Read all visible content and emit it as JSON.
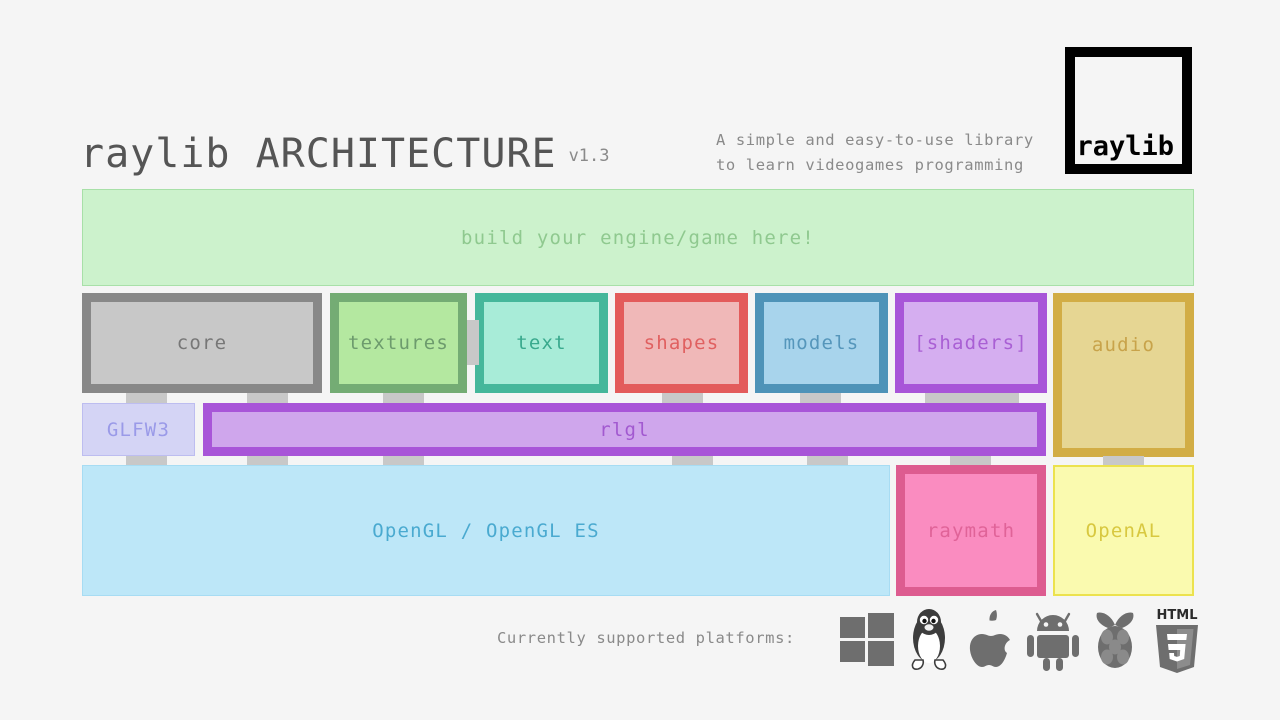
{
  "header": {
    "title": "raylib ARCHITECTURE",
    "version": "v1.3",
    "tagline_line1": "A simple and easy-to-use library",
    "tagline_line2": "to learn videogames programming",
    "logo_text": "raylib"
  },
  "banner": {
    "label": "build your engine/game here!"
  },
  "modules": [
    {
      "id": "core",
      "label": "core",
      "border": "#888888",
      "fill": "#c8c8c8",
      "text": "#777777"
    },
    {
      "id": "textures",
      "label": "textures",
      "border": "#74ac74",
      "fill": "#b4e8a0",
      "text": "#6d9b6d"
    },
    {
      "id": "text",
      "label": "text",
      "border": "#45b79b",
      "fill": "#a8ecd8",
      "text": "#39a98d"
    },
    {
      "id": "shapes",
      "label": "shapes",
      "border": "#e35b5b",
      "fill": "#f0b8b8",
      "text": "#e06060"
    },
    {
      "id": "models",
      "label": "models",
      "border": "#4e93b8",
      "fill": "#a8d4ec",
      "text": "#5596bb"
    },
    {
      "id": "shaders",
      "label": "[shaders]",
      "border": "#a855d8",
      "fill": "#d5aef0",
      "text": "#a95fd4"
    },
    {
      "id": "audio",
      "label": "audio",
      "border": "#d2ad45",
      "fill": "#e6d693",
      "text": "#c8a34a"
    }
  ],
  "layers": {
    "glfw3": {
      "label": "GLFW3",
      "border": "#bdbdf0",
      "fill": "#d4d4f5",
      "text": "#9a9ae8"
    },
    "rlgl": {
      "label": "rlgl",
      "border": "#a855d8",
      "fill": "#cfa6ec",
      "text": "#a259d0"
    },
    "opengl": {
      "label": "OpenGL / OpenGL ES",
      "border": "#a7dcf3",
      "fill": "#bde7f8",
      "text": "#4aaad0"
    },
    "raymath": {
      "label": "raymath",
      "border": "#dd5c90",
      "fill": "#fa8cc0",
      "text": "#e06398"
    },
    "openal": {
      "label": "OpenAL",
      "border": "#ece24e",
      "fill": "#fafaaf",
      "text": "#d8c840"
    }
  },
  "footer": {
    "label": "Currently supported platforms:",
    "platforms": [
      {
        "name": "windows-icon",
        "title": "Windows"
      },
      {
        "name": "linux-icon",
        "title": "Linux"
      },
      {
        "name": "apple-icon",
        "title": "macOS"
      },
      {
        "name": "android-icon",
        "title": "Android"
      },
      {
        "name": "raspberrypi-icon",
        "title": "Raspberry Pi"
      },
      {
        "name": "html5-icon",
        "title": "HTML5"
      }
    ],
    "html5_top_text": "HTML",
    "html5_number": "5"
  },
  "theme": {
    "background": "#f5f5f5",
    "tab_color": "#c8c8c8",
    "muted_text": "#8a8a8a"
  }
}
